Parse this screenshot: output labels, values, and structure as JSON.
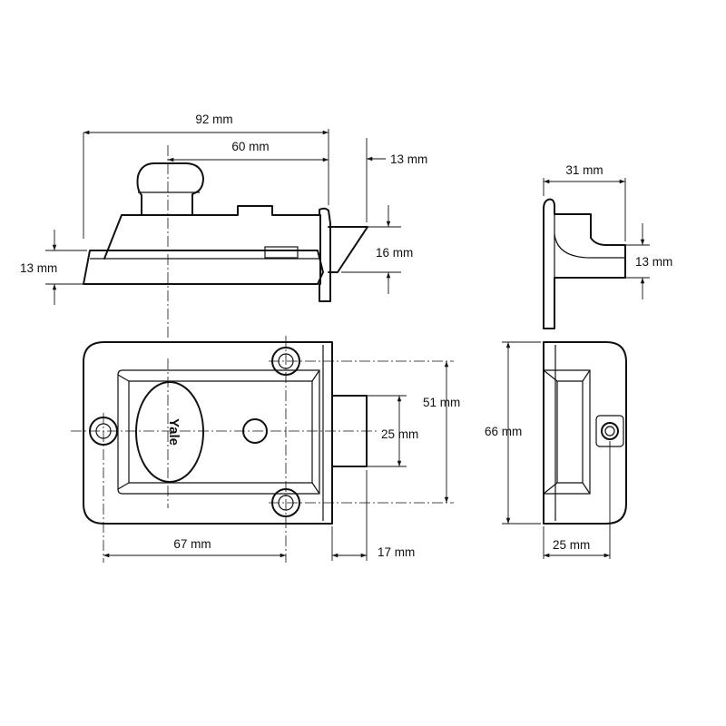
{
  "dimensions": {
    "overall_length": "92 mm",
    "case_length": "60 mm",
    "bolt_projection_top": "13 mm",
    "flange_depth": "13 mm",
    "bolt_height": "16 mm",
    "side_width": "31 mm",
    "side_flange_depth": "13 mm",
    "fixing_centres": "51 mm",
    "bolt_face_height": "25 mm",
    "case_height": "66 mm",
    "case_width": "67 mm",
    "bolt_projection_front": "17 mm",
    "side_depth": "25 mm"
  },
  "brand": "Yale",
  "colors": {
    "line": "#111111",
    "background": "#ffffff"
  }
}
